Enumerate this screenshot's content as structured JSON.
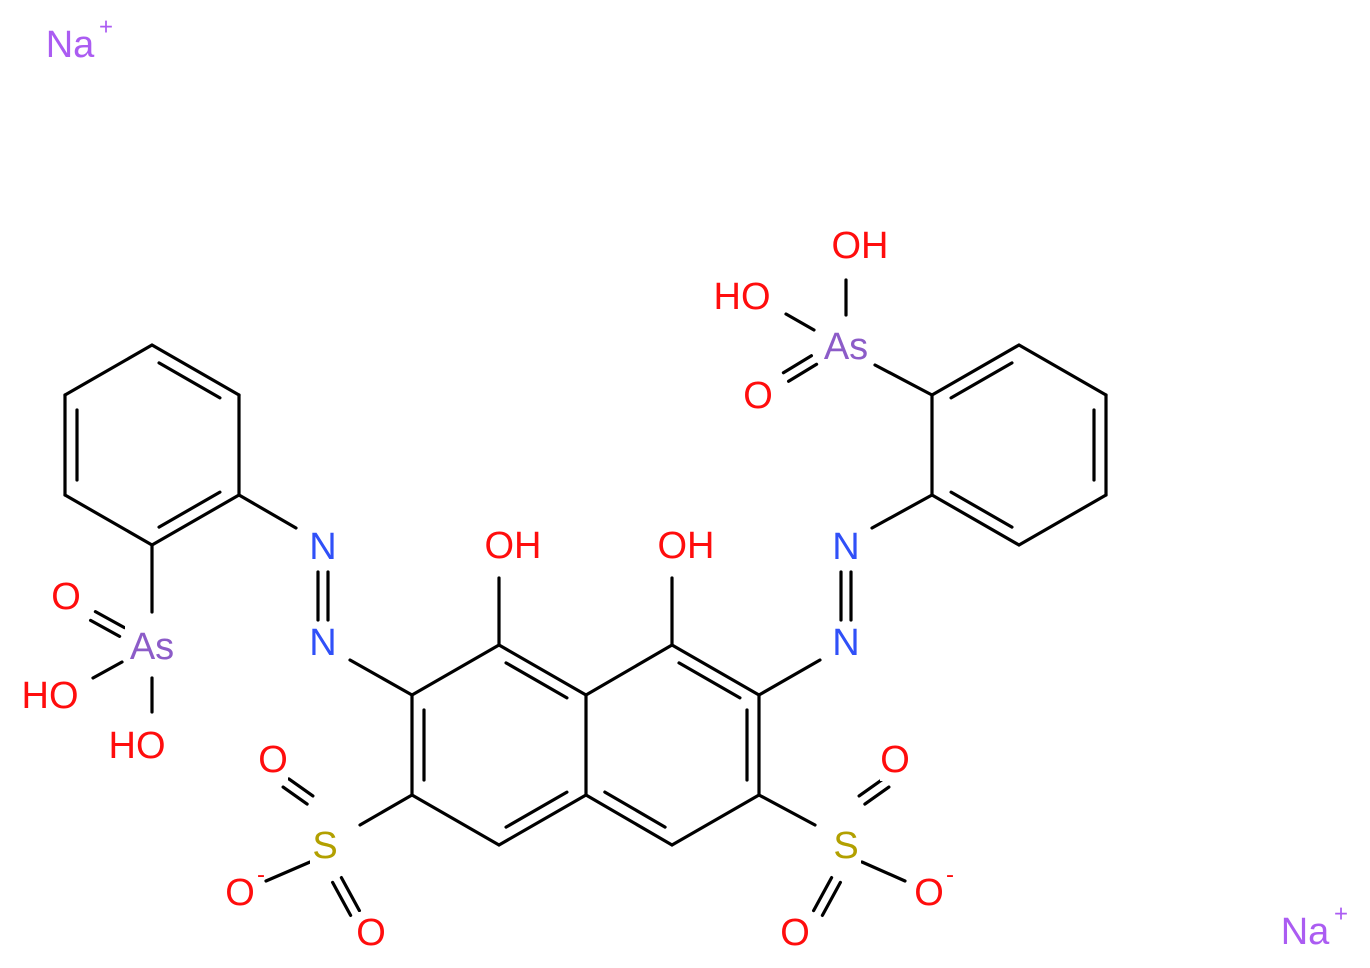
{
  "colors": {
    "bond": "#000000",
    "O": "#ff0d0d",
    "N": "#3050f8",
    "S": "#b2a000",
    "As": "#8c5cc8",
    "Na": "#ab5cf2"
  },
  "labels": {
    "na_plus_1": {
      "text": "Na",
      "charge": "+",
      "element": "Na"
    },
    "na_plus_2": {
      "text": "Na",
      "charge": "+",
      "element": "Na"
    },
    "oh_1": {
      "text": "OH",
      "element": "O"
    },
    "oh_2": {
      "text": "OH",
      "element": "O"
    },
    "n_1": {
      "text": "N",
      "element": "N"
    },
    "n_2": {
      "text": "N",
      "element": "N"
    },
    "n_3": {
      "text": "N",
      "element": "N"
    },
    "n_4": {
      "text": "N",
      "element": "N"
    },
    "as_right": {
      "text": "As",
      "element": "As"
    },
    "as_right_oh_a": {
      "text": "OH",
      "element": "O"
    },
    "as_right_oh_b": {
      "text": "HO",
      "element": "O"
    },
    "as_right_o": {
      "text": "O",
      "element": "O"
    },
    "as_left": {
      "text": "As",
      "element": "As"
    },
    "as_left_o": {
      "text": "O",
      "element": "O"
    },
    "as_left_oh_a": {
      "text": "HO",
      "element": "O"
    },
    "as_left_oh_b": {
      "text": "HO",
      "element": "O"
    },
    "s_left": {
      "text": "S",
      "element": "S"
    },
    "s_left_o_top": {
      "text": "O",
      "element": "O"
    },
    "s_left_o_minus": {
      "text": "O",
      "charge": "-",
      "element": "O"
    },
    "s_left_o_bottom": {
      "text": "O",
      "element": "O"
    },
    "s_right": {
      "text": "S",
      "element": "S"
    },
    "s_right_o_top": {
      "text": "O",
      "element": "O"
    },
    "s_right_o_minus": {
      "text": "O",
      "charge": "-",
      "element": "O"
    },
    "s_right_o_bottom": {
      "text": "O",
      "element": "O"
    }
  }
}
